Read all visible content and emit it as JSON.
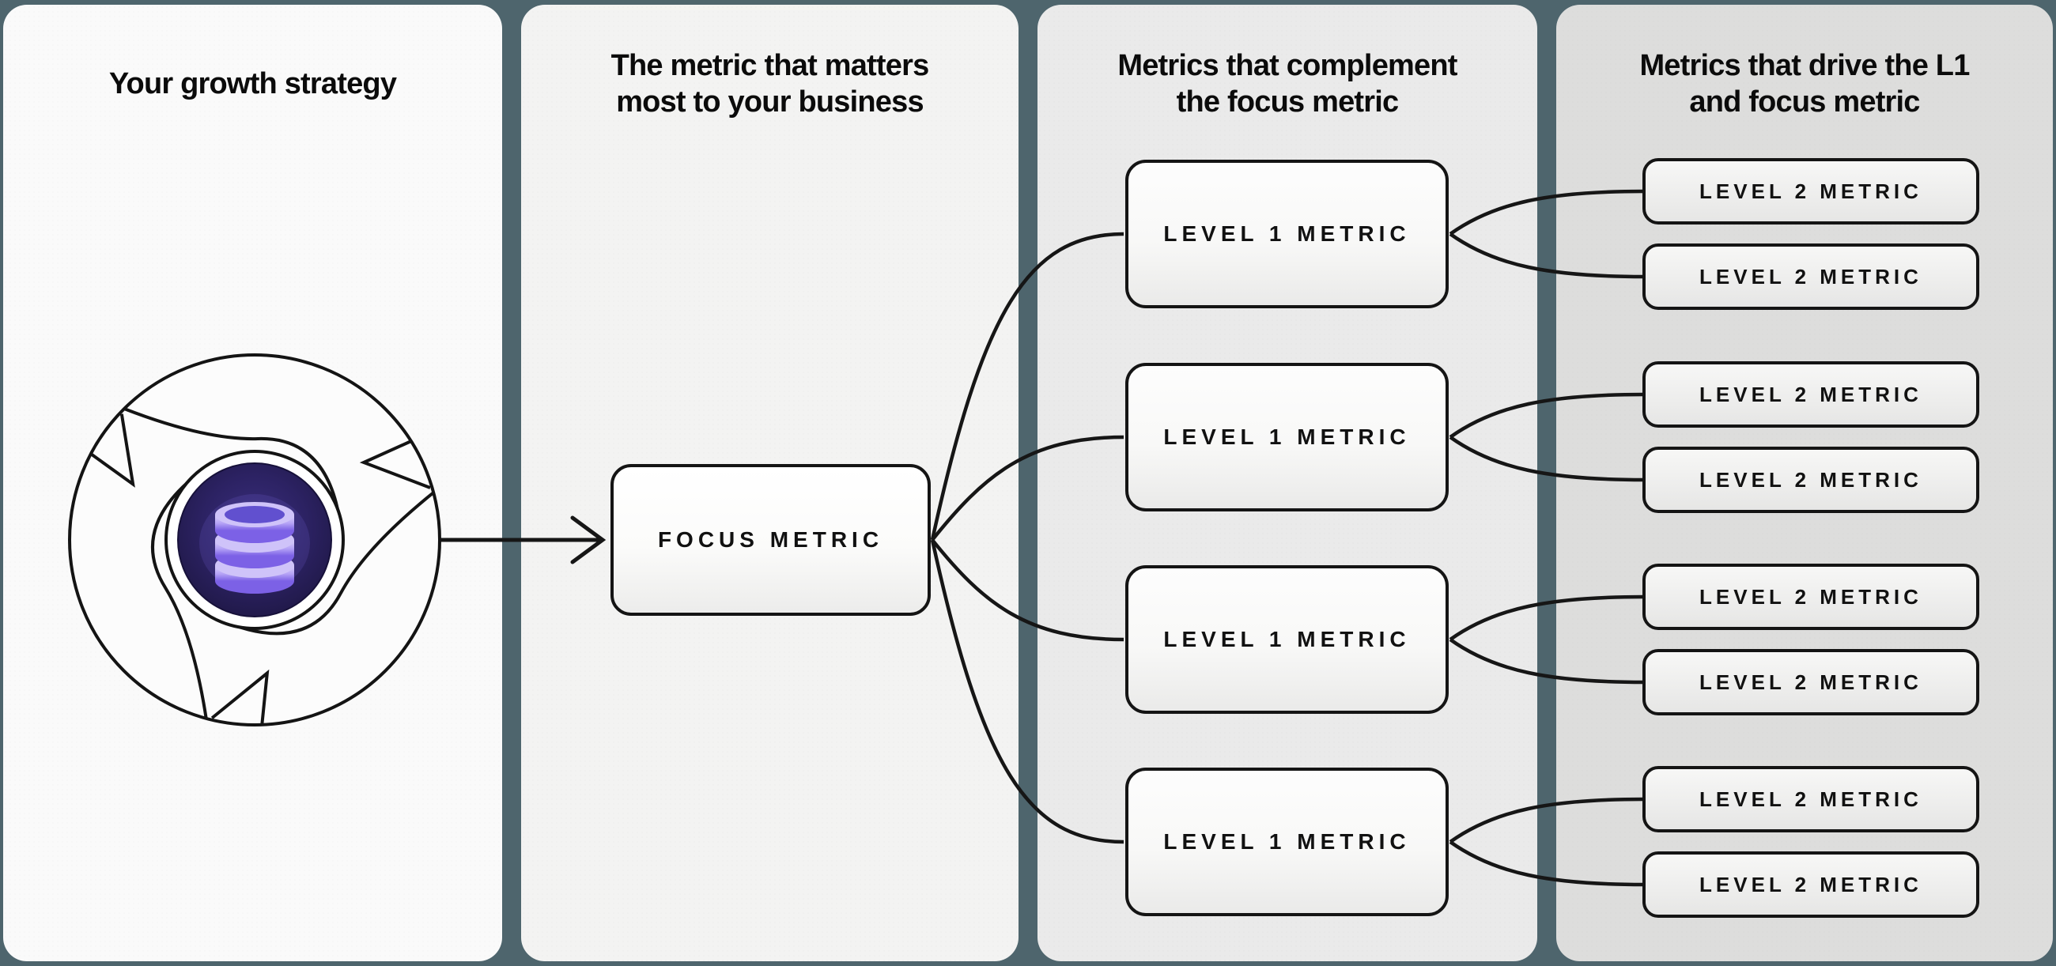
{
  "diagram": {
    "type": "growth-metrics-flow",
    "colors": {
      "background": "#4e656d",
      "panel1": "#fafafa",
      "panel2": "#f3f3f2",
      "panel3": "#eaeaea",
      "panel4": "#dddddc",
      "line": "#161616",
      "hub_dark_purple": "#241b52",
      "database_purple": "#8570ef",
      "database_light_purple": "#cfc3f9"
    }
  },
  "panels": [
    {
      "title": "Your growth strategy"
    },
    {
      "title": "The metric that matters most to your business"
    },
    {
      "title": "Metrics that complement the focus metric"
    },
    {
      "title": "Metrics that drive the L1 and focus metric"
    }
  ],
  "nodes": {
    "focus_metric": {
      "label": "FOCUS METRIC"
    },
    "level1": [
      {
        "label": "LEVEL 1 METRIC"
      },
      {
        "label": "LEVEL 1 METRIC"
      },
      {
        "label": "LEVEL 1 METRIC"
      },
      {
        "label": "LEVEL 1 METRIC"
      }
    ],
    "level2": [
      {
        "label": "LEVEL 2 METRIC"
      },
      {
        "label": "LEVEL 2 METRIC"
      },
      {
        "label": "LEVEL 2 METRIC"
      },
      {
        "label": "LEVEL 2 METRIC"
      },
      {
        "label": "LEVEL 2 METRIC"
      },
      {
        "label": "LEVEL 2 METRIC"
      },
      {
        "label": "LEVEL 2 METRIC"
      },
      {
        "label": "LEVEL 2 METRIC"
      }
    ]
  },
  "icons": [
    {
      "name": "flywheel-icon",
      "meaning": "circular flywheel with three blades"
    },
    {
      "name": "database-icon",
      "meaning": "stacked purple database cylinders"
    }
  ]
}
